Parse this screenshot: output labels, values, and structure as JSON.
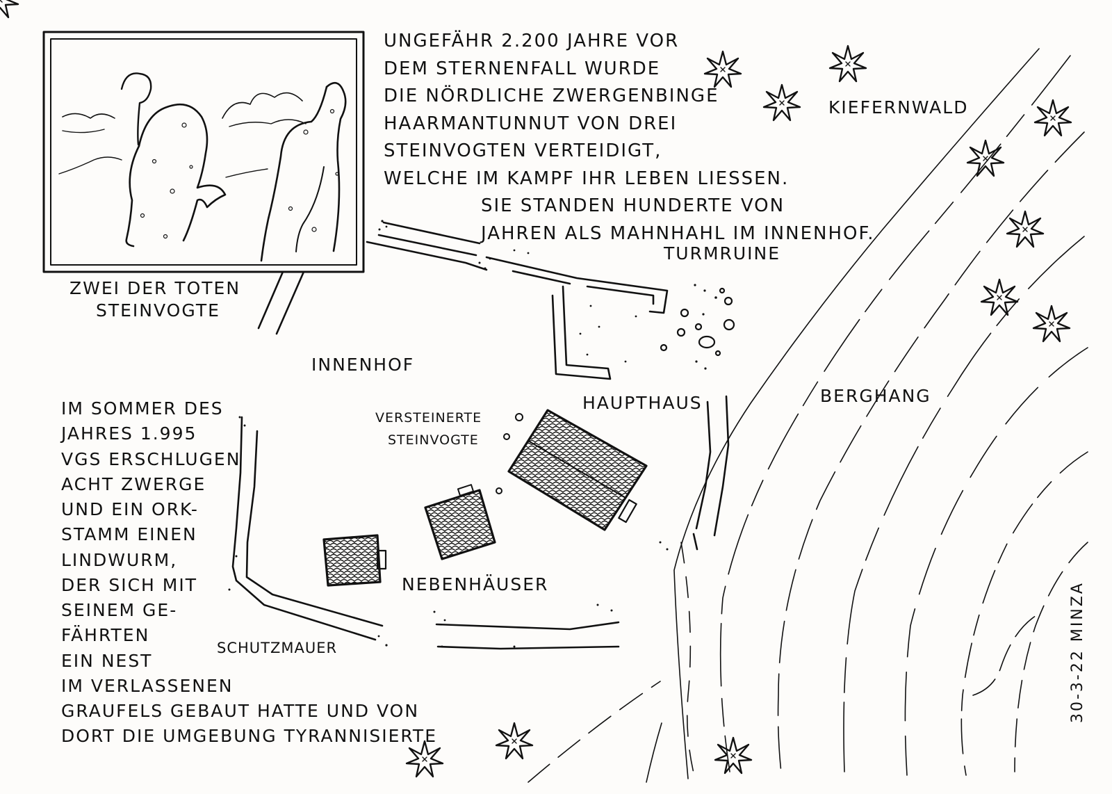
{
  "intro_text": {
    "lines": [
      "UNGEFÄHR 2.200 JAHRE VOR",
      "DEM STERNENFALL WURDE",
      "DIE NÖRDLICHE ZWERGENBINGE",
      "HAARMANTUNNUT VON DREI",
      "STEINVOGTEN VERTEIDIGT,",
      "WELCHE IM KAMPF IHR LEBEN LIESSEN.",
      "SIE STANDEN HUNDERTE VON",
      "JAHREN ALS MAHNHAHL IM INNENHOF."
    ]
  },
  "inset": {
    "caption_line1": "ZWEI DER TOTEN",
    "caption_line2": "STEINVOGTE"
  },
  "labels": {
    "kiefernwald": "KIEFERNWALD",
    "turmruine": "TURMRUINE",
    "innenhof": "INNENHOF",
    "haupthaus": "HAUPTHAUS",
    "berghang": "BERGHANG",
    "versteinerte_1": "VERSTEINERTE",
    "versteinerte_2": "STEINVOGTE",
    "nebenhaeuser": "NEBENHÄUSER",
    "schutzmauer": "SCHUTZMAUER"
  },
  "story_text": {
    "lines": [
      "IM SOMMER DES",
      "JAHRES 1.995",
      "VGS ERSCHLUGEN",
      "ACHT ZWERGE",
      "UND EIN ORK-",
      "STAMM EINEN",
      "LINDWURM,",
      "DER SICH MIT",
      "SEINEM GE-",
      "FÄHRTEN",
      "EIN NEST",
      "IM VERLASSENEN",
      "GRAUFELS GEBAUT HATTE UND VON",
      "DORT DIE UMGEBUNG TYRANNISIERTE"
    ]
  },
  "signature": "30-3-22 MINZA",
  "icons": [
    "pine-tree-icon",
    "statue-figure",
    "rubble-stone"
  ],
  "colors": {
    "ink": "#111111",
    "paper": "#fdfcfa"
  }
}
